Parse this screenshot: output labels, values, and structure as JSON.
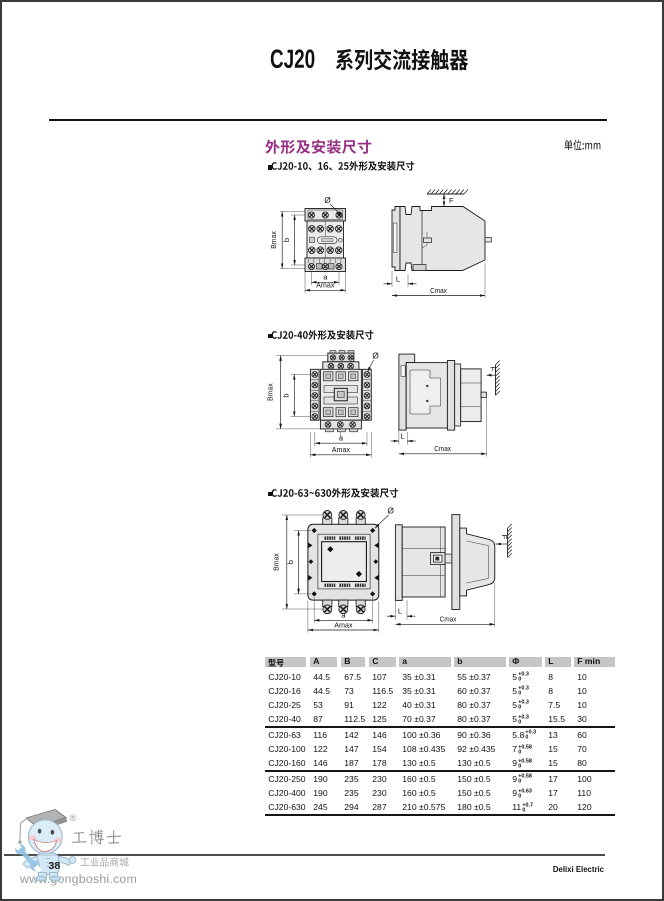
{
  "header": {
    "title_model": "CJ20",
    "title_series": "系列交流接触器"
  },
  "section": {
    "heading": "外形及安装尺寸",
    "unit": "单位:mm"
  },
  "subsections": [
    {
      "bullet": "■",
      "label": "CJ20-10、16、25外形及安装尺寸"
    },
    {
      "bullet": "■",
      "label": "CJ20-40外形及安装尺寸"
    },
    {
      "bullet": "■",
      "label": "CJ20-63~630外形及安装尺寸"
    }
  ],
  "dims": {
    "bmax": "Bmax",
    "b": "b",
    "a": "a",
    "amax": "Amax",
    "diameter": "Ø",
    "f": "F",
    "l": "L",
    "cmax": "Cmax"
  },
  "table": {
    "headers": [
      "型号",
      "A",
      "B",
      "C",
      "a",
      "b",
      "Φ",
      "L",
      "F min"
    ],
    "rows": [
      {
        "model": "CJ20-10",
        "A": "44.5",
        "B": "67.5",
        "C": "107",
        "a": "35 ±0.31",
        "b": "55 ±0.37",
        "phi": {
          "value": "5",
          "tol_plus": "+0.3",
          "tol_minus": "0"
        },
        "L": "8",
        "Fmin": "10",
        "group_end": false
      },
      {
        "model": "CJ20-16",
        "A": "44.5",
        "B": "73",
        "C": "116.5",
        "a": "35 ±0.31",
        "b": "60 ±0.37",
        "phi": {
          "value": "5",
          "tol_plus": "+0.3",
          "tol_minus": "0"
        },
        "L": "8",
        "Fmin": "10",
        "group_end": false
      },
      {
        "model": "CJ20-25",
        "A": "53",
        "B": "91",
        "C": "122",
        "a": "40 ±0.31",
        "b": "80 ±0.37",
        "phi": {
          "value": "5",
          "tol_plus": "+0.3",
          "tol_minus": "0"
        },
        "L": "7.5",
        "Fmin": "10",
        "group_end": false
      },
      {
        "model": "CJ20-40",
        "A": "87",
        "B": "112.5",
        "C": "125",
        "a": "70 ±0.37",
        "b": "80 ±0.37",
        "phi": {
          "value": "5",
          "tol_plus": "+0.3",
          "tol_minus": "0"
        },
        "L": "15.5",
        "Fmin": "30",
        "group_end": true
      },
      {
        "model": "CJ20-63",
        "A": "116",
        "B": "142",
        "C": "146",
        "a": "100 ±0.36",
        "b": "90 ±0.36",
        "phi": {
          "value": "5.8",
          "tol_plus": "+0.3",
          "tol_minus": "0"
        },
        "L": "13",
        "Fmin": "60",
        "group_end": false
      },
      {
        "model": "CJ20-100",
        "A": "122",
        "B": "147",
        "C": "154",
        "a": "108 ±0.435",
        "b": "92 ±0.435",
        "phi": {
          "value": "7",
          "tol_plus": "+0.58",
          "tol_minus": "0"
        },
        "L": "15",
        "Fmin": "70",
        "group_end": false
      },
      {
        "model": "CJ20-160",
        "A": "146",
        "B": "187",
        "C": "178",
        "a": "130 ±0.5",
        "b": "130 ±0.5",
        "phi": {
          "value": "9",
          "tol_plus": "+0.58",
          "tol_minus": "0"
        },
        "L": "15",
        "Fmin": "80",
        "group_end": true
      },
      {
        "model": "CJ20-250",
        "A": "190",
        "B": "235",
        "C": "230",
        "a": "160 ±0.5",
        "b": "150 ±0.5",
        "phi": {
          "value": "9",
          "tol_plus": "+0.58",
          "tol_minus": "0"
        },
        "L": "17",
        "Fmin": "100",
        "group_end": false
      },
      {
        "model": "CJ20-400",
        "A": "190",
        "B": "235",
        "C": "230",
        "a": "160 ±0.5",
        "b": "150 ±0.5",
        "phi": {
          "value": "9",
          "tol_plus": "+0.63",
          "tol_minus": "0"
        },
        "L": "17",
        "Fmin": "110",
        "group_end": false
      },
      {
        "model": "CJ20-630",
        "A": "245",
        "B": "294",
        "C": "287",
        "a": "210 ±0.575",
        "b": "180 ±0.5",
        "phi": {
          "value": "11",
          "tol_plus": "+0.7",
          "tol_minus": "0"
        },
        "L": "20",
        "Fmin": "120",
        "group_end": true
      }
    ]
  },
  "footer": {
    "page_number": "38",
    "brand": "Delixi Electric"
  },
  "watermark": {
    "name": "工博士",
    "registered": "®",
    "subtitle": "工业品商城",
    "url": "www.gongboshi.com"
  },
  "colors": {
    "accent": "#952d83",
    "table_header_bg": "#c6c6c6",
    "drawing_fill": "#e6e6e6",
    "page_border": "#3a3a3a"
  }
}
